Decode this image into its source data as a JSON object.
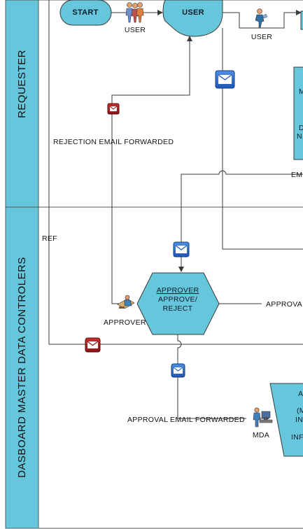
{
  "lanes": {
    "requester": "REQUESTER",
    "mdc": "DASBOARD MASTER DATA CONTROLERS"
  },
  "nodes": {
    "start": "START",
    "user_task": "USER",
    "approver_task": {
      "title": "APPROVER",
      "line1": "APPROVE/",
      "line2": "REJECT"
    },
    "right_box_partial": {
      "line1": "M",
      "line2": "D",
      "line3": "N."
    },
    "mda_box_partial": {
      "line1": "A",
      "line2": "(M",
      "line3": "IN",
      "line4": "INF"
    }
  },
  "labels": {
    "user_actor_1": "USER",
    "user_actor_2": "USER",
    "approver_actor": "APPROVER",
    "mda_actor": "MDA",
    "rejection_email": "REJECTION EMAIL FORWARDED",
    "approval_email": "APPROVAL EMAIL FORWARDED",
    "ref": "REF",
    "em_partial": "EM",
    "approva_partial": "APPROVA"
  },
  "colors": {
    "lane_fill": "#66c6dc",
    "shape_fill": "#66c6dc",
    "line": "#3a3a3a",
    "email_blue": "#2d6fcf",
    "email_red": "#a51c1c"
  },
  "icons": {
    "email_blue": "envelope-icon",
    "email_red": "envelope-icon",
    "person": "person-icon"
  }
}
